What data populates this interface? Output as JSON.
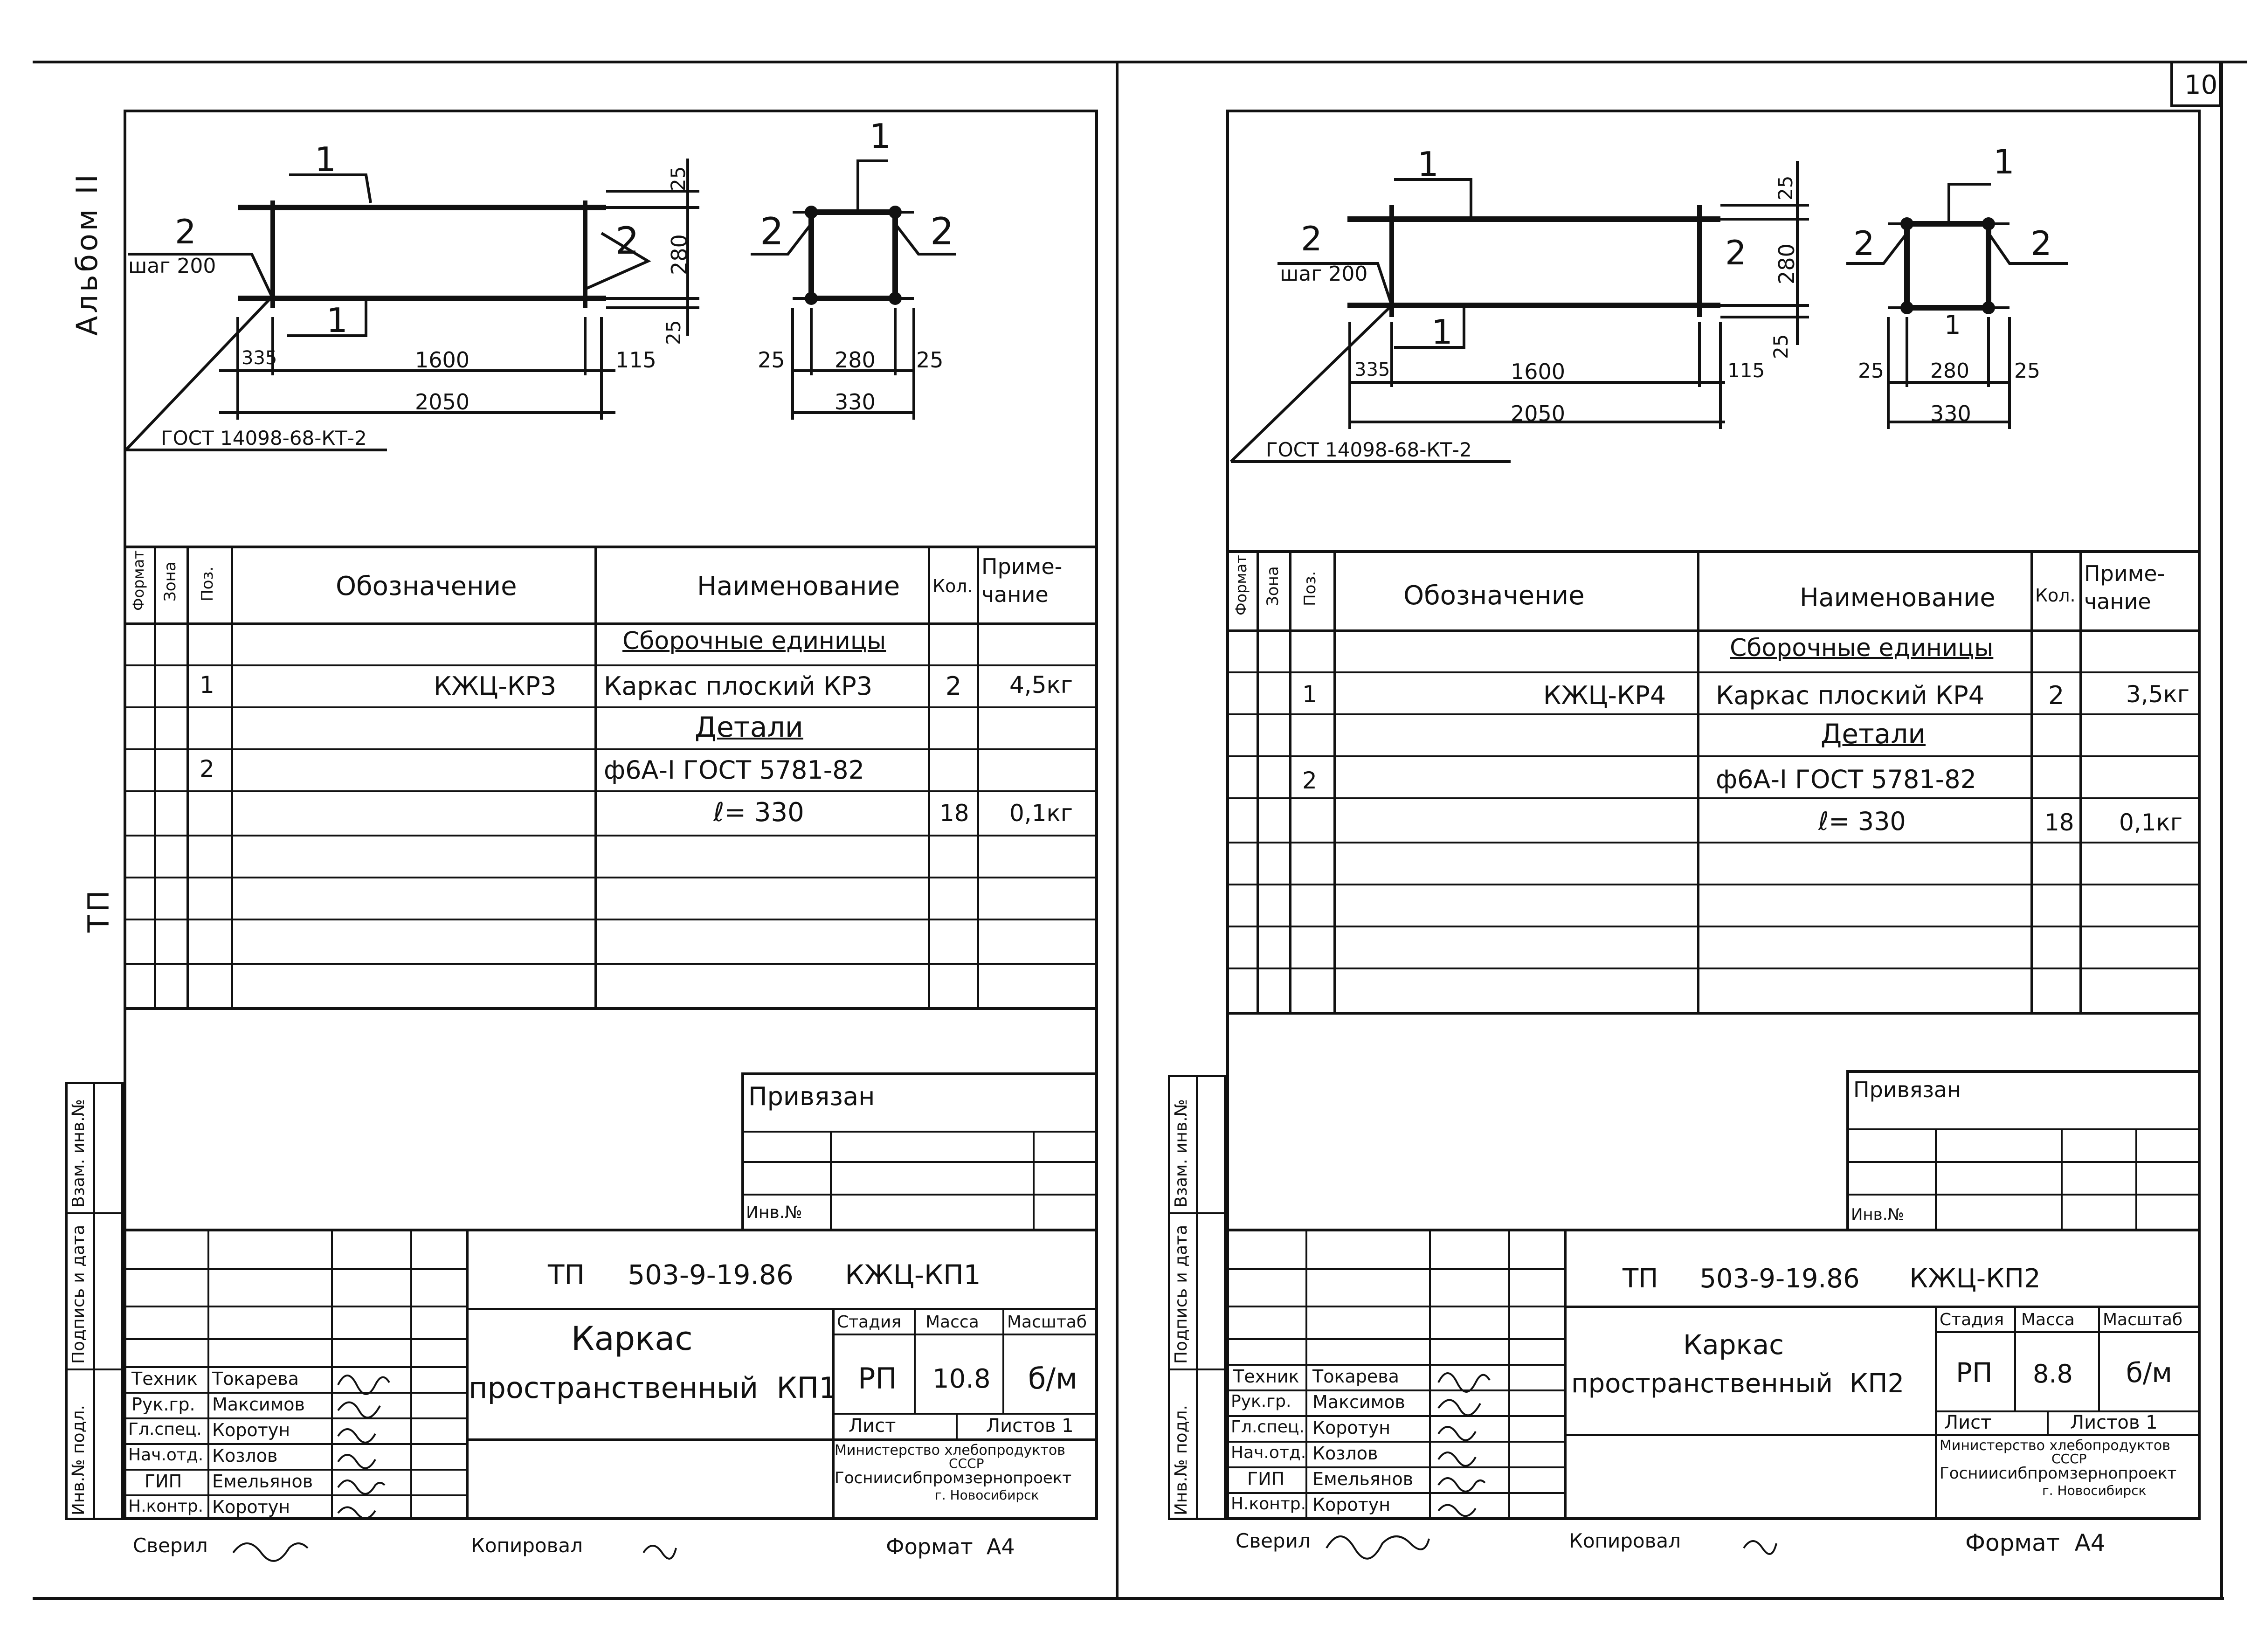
{
  "page": {
    "number": "10",
    "album_label": "Альбом II",
    "tp_label": "ТП"
  },
  "dim": {
    "beam_height": "280",
    "top_cover": "25",
    "bottom_cover": "25",
    "left": "335",
    "mid": "1600",
    "right": "115",
    "total": "2050",
    "sec_left": "25",
    "sec_mid": "280",
    "sec_right": "25",
    "sec_total": "330",
    "pos1": "1",
    "pos2": "2",
    "step": "шаг 200",
    "gost_weld": "ГОСТ 14098-68-КТ-2"
  },
  "table_head": {
    "format": "Формат",
    "zone": "Зона",
    "pos": "Поз.",
    "designation": "Обозначение",
    "name": "Наименование",
    "qty": "Кол.",
    "note": "Приме-\nчание"
  },
  "sheets": [
    {
      "rows": [
        {
          "pos": "",
          "designation": "",
          "name": "Сборочные единицы",
          "qty": "",
          "note": "",
          "underline": true
        },
        {
          "pos": "1",
          "designation": "КЖЦ-КР3",
          "name": "Каркас плоский КР3",
          "qty": "2",
          "note": "4,5кг",
          "underline": false
        },
        {
          "pos": "",
          "designation": "",
          "name": "Детали",
          "qty": "",
          "note": "",
          "underline": true
        },
        {
          "pos": "2",
          "designation": "",
          "name": "ф6А-I ГОСТ 5781-82",
          "qty": "",
          "note": "",
          "underline": false
        },
        {
          "pos": "",
          "designation": "",
          "name": "ℓ= 330",
          "qty": "18",
          "note": "0,1кг",
          "underline": false
        }
      ],
      "bound": "Привязан",
      "inv": "Инв.№",
      "code": "ТП     503-9-19.86      КЖЦ-КП1",
      "title_line1": "Каркас",
      "title_line2": "пространственный  КП1",
      "stage_label": "Стадия",
      "mass_label": "Масса",
      "scale_label": "Масштаб",
      "stage": "РП",
      "mass": "10.8",
      "scale": "б/м",
      "sheet_label": "Лист",
      "sheets_label": "Листов 1",
      "org1": "Министерство хлебопродуктов",
      "org2": "СССР",
      "org3": "Госниисибпромзернопроект",
      "org4": "г. Новосибирск",
      "staff": [
        {
          "role": "Техник",
          "name": "Токарева"
        },
        {
          "role": "Рук.гр.",
          "name": "Максимов"
        },
        {
          "role": "Гл.спец.",
          "name": "Коротун"
        },
        {
          "role": "Нач.отд.",
          "name": "Козлов"
        },
        {
          "role": "ГИП",
          "name": "Емельянов"
        },
        {
          "role": "Н.контр.",
          "name": "Коротун"
        }
      ],
      "checked": "Сверил",
      "copied": "Копировал",
      "format": "Формат  А4",
      "side_labels": [
        "Инв.№ подл.",
        "Подпись и дата",
        "Взам. инв.№"
      ]
    },
    {
      "rows": [
        {
          "pos": "",
          "designation": "",
          "name": "Сборочные единицы",
          "qty": "",
          "note": "",
          "underline": true
        },
        {
          "pos": "1",
          "designation": "КЖЦ-КР4",
          "name": "Каркас плоский КР4",
          "qty": "2",
          "note": "3,5кг",
          "underline": false
        },
        {
          "pos": "",
          "designation": "",
          "name": "Детали",
          "qty": "",
          "note": "",
          "underline": true
        },
        {
          "pos": "2",
          "designation": "",
          "name": "ф6А-I ГОСТ 5781-82",
          "qty": "",
          "note": "",
          "underline": false
        },
        {
          "pos": "",
          "designation": "",
          "name": "ℓ= 330",
          "qty": "18",
          "note": "0,1кг",
          "underline": false
        }
      ],
      "bound": "Привязан",
      "inv": "Инв.№",
      "code": "ТП     503-9-19.86      КЖЦ-КП2",
      "title_line1": "Каркас",
      "title_line2": "пространственный  КП2",
      "stage_label": "Стадия",
      "mass_label": "Масса",
      "scale_label": "Масштаб",
      "stage": "РП",
      "mass": "8.8",
      "scale": "б/м",
      "sheet_label": "Лист",
      "sheets_label": "Листов 1",
      "org1": "Министерство хлебопродуктов",
      "org2": "СССР",
      "org3": "Госниисибпромзернопроект",
      "org4": "г. Новосибирск",
      "staff": [
        {
          "role": "Техник",
          "name": "Токарева"
        },
        {
          "role": "Рук.гр.",
          "name": "Максимов"
        },
        {
          "role": "Гл.спец.",
          "name": "Коротун"
        },
        {
          "role": "Нач.отд.",
          "name": "Козлов"
        },
        {
          "role": "ГИП",
          "name": "Емельянов"
        },
        {
          "role": "Н.контр.",
          "name": "Коротун"
        }
      ],
      "checked": "Сверил",
      "copied": "Копировал",
      "format": "Формат  А4",
      "side_labels": [
        "Инв.№ подл.",
        "Подпись и дата",
        "Взам. инв.№"
      ]
    }
  ]
}
